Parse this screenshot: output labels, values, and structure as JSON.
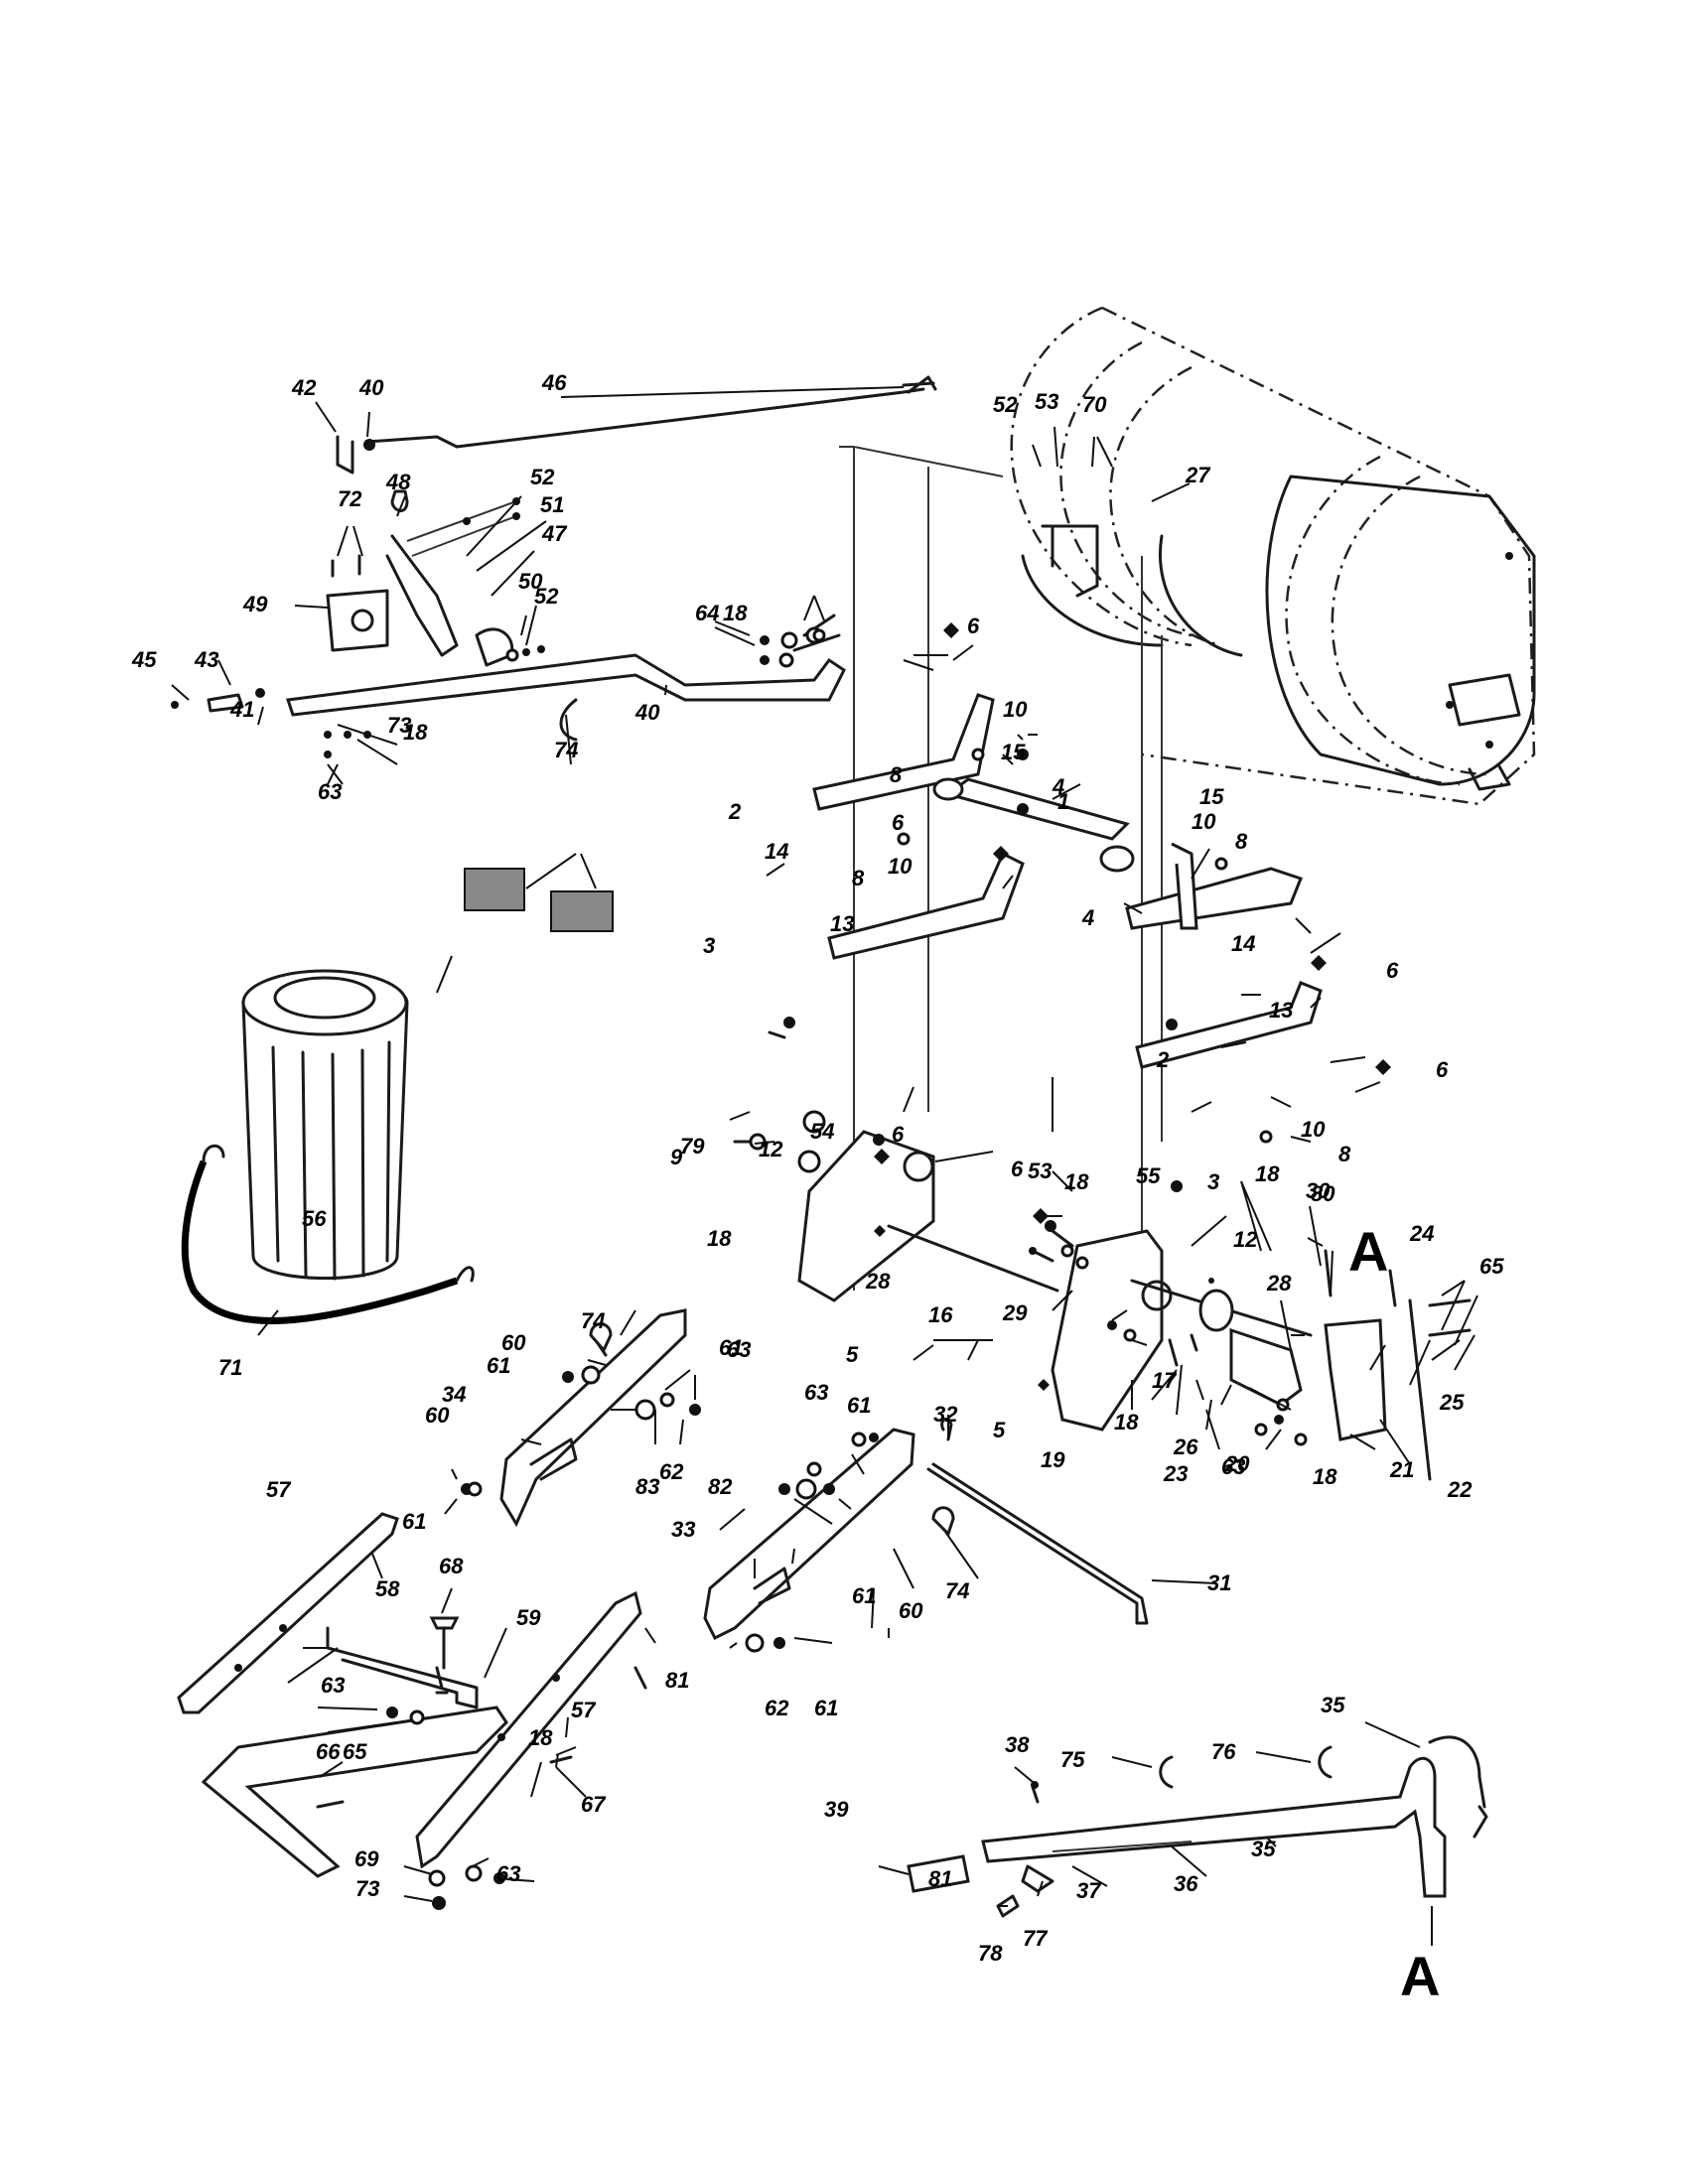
{
  "diagram": {
    "callouts": [
      "1",
      "2",
      "2",
      "3",
      "3",
      "4",
      "4",
      "5",
      "5",
      "6",
      "6",
      "6",
      "6",
      "6",
      "6",
      "8",
      "8",
      "8",
      "8",
      "9",
      "10",
      "10",
      "10",
      "10",
      "12",
      "12",
      "13",
      "13",
      "14",
      "14",
      "15",
      "15",
      "16",
      "17",
      "18",
      "18",
      "18",
      "18",
      "18",
      "18",
      "18",
      "18",
      "19",
      "20",
      "21",
      "22",
      "23",
      "24",
      "25",
      "26",
      "27",
      "28",
      "28",
      "29",
      "30",
      "31",
      "32",
      "33",
      "34",
      "35",
      "35",
      "36",
      "37",
      "38",
      "39",
      "40",
      "40",
      "41",
      "42",
      "43",
      "45",
      "46",
      "47",
      "48",
      "49",
      "50",
      "51",
      "52",
      "52",
      "52",
      "53",
      "53",
      "54",
      "55",
      "56",
      "57",
      "57",
      "58",
      "59",
      "60",
      "60",
      "60",
      "61",
      "61",
      "61",
      "61",
      "61",
      "61",
      "62",
      "62",
      "63",
      "63",
      "63",
      "63",
      "63",
      "63",
      "64",
      "65",
      "65",
      "66",
      "67",
      "68",
      "69",
      "70",
      "71",
      "72",
      "73",
      "73",
      "74",
      "74",
      "74",
      "75",
      "76",
      "77",
      "78",
      "79",
      "80",
      "81",
      "81",
      "82",
      "83"
    ],
    "reference_marks": [
      "A",
      "A"
    ]
  }
}
